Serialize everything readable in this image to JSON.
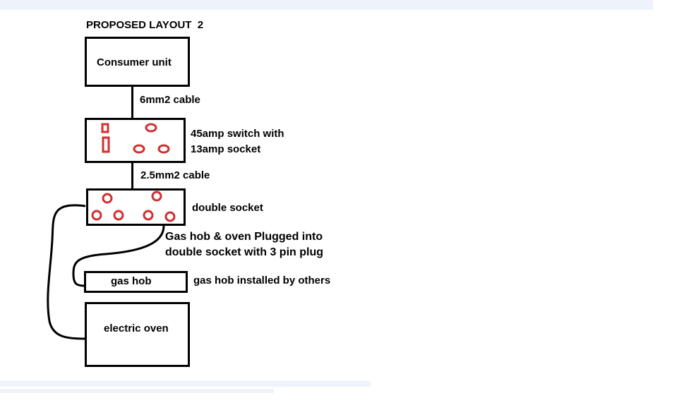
{
  "diagram": {
    "title": "PROPOSED LAYOUT  2",
    "colors": {
      "line": "#000000",
      "socket": "#d32f2f",
      "background": "#ffffff",
      "band": "#eef3fb"
    },
    "boxes": {
      "consumer_unit": "Consumer unit",
      "switch_socket": "45amp switch with\n13amp socket",
      "double_socket": "double socket",
      "gas_hob": "gas hob",
      "electric_oven": "electric oven"
    },
    "labels": {
      "cable_6mm": "6mm2 cable",
      "cable_2_5mm": "2.5mm2 cable",
      "plug_note_line1": "Gas hob & oven Plugged into",
      "plug_note_line2": "double socket with 3 pin plug",
      "gas_hob_note": "gas hob installed by others"
    }
  }
}
